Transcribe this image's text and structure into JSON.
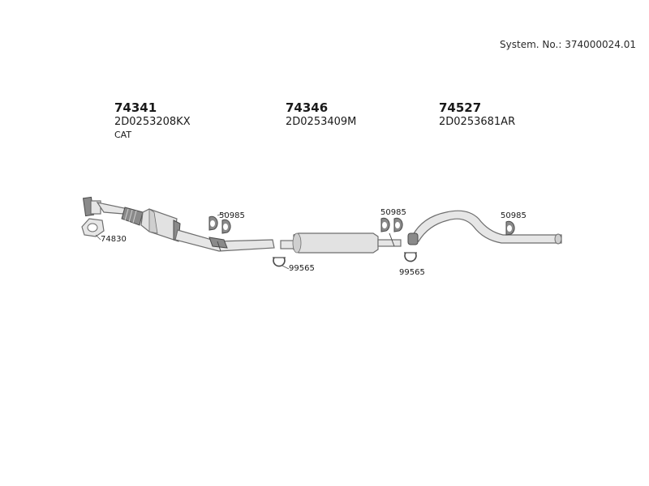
{
  "header": {
    "system_no": "System. No.: 374000024.01"
  },
  "parts": [
    {
      "number": "74341",
      "code": "2D0253208KX",
      "note": "CAT"
    },
    {
      "number": "74346",
      "code": "2D0253409M"
    },
    {
      "number": "74527",
      "code": "2D0253681AR"
    }
  ],
  "callouts": {
    "gasket": "74830",
    "hanger_rubber_1": "50985",
    "clamp_1": "99565",
    "hanger_rubber_2": "50985",
    "clamp_2": "99565",
    "hanger_rubber_3": "50985"
  }
}
